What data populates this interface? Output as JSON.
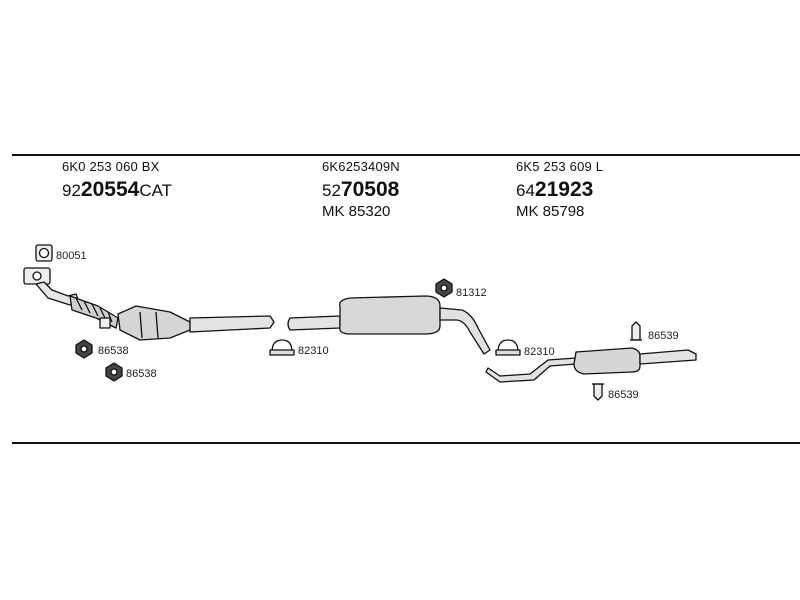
{
  "headers": [
    {
      "oe": "6K0 253 060 BX",
      "pn_prefix": "92",
      "pn_main": "20554",
      "pn_suffix": "CAT",
      "mk": ""
    },
    {
      "oe": "6K6253409N",
      "pn_prefix": "52",
      "pn_main": "70508",
      "pn_suffix": "",
      "mk": "MK 85320"
    },
    {
      "oe": "6K5 253 609 L",
      "pn_prefix": "64",
      "pn_main": "21923",
      "pn_suffix": "",
      "mk": "MK 85798"
    }
  ],
  "parts": {
    "gasket": "80051",
    "hanger_a1": "86538",
    "hanger_a2": "86538",
    "clamp_1": "82310",
    "ring_1": "81312",
    "clamp_2": "82310",
    "hanger_b1": "86539",
    "hanger_b2": "86539"
  },
  "colors": {
    "line": "#111111",
    "fill": "#dcdcdc",
    "background": "#ffffff"
  }
}
